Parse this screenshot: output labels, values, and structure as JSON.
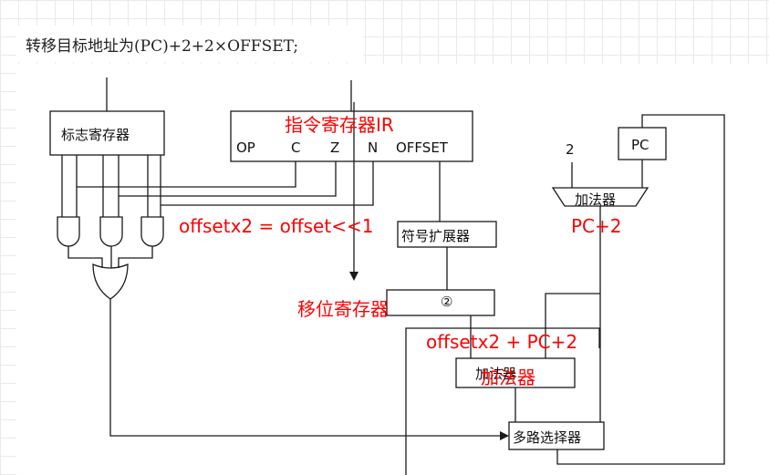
{
  "heading": "转移目标地址为(PC)+2+2×OFFSET;",
  "blocks": {
    "flag_register": "标志寄存器",
    "sign_extender": "符号扩展器",
    "shift_register_num": "②",
    "adder_left": "加法器",
    "adder_top": "加法器",
    "pc": "PC",
    "mux": "多路选择器"
  },
  "ir_fields": [
    "OP",
    "C",
    "Z",
    "N",
    "OFFSET"
  ],
  "const_two": "2",
  "annotations": {
    "ir_label": "指令寄存器IR",
    "offset_formula": "offsetx2 = offset<<1",
    "shift_register": "移位寄存器",
    "pc_plus_2": "PC+2",
    "sum_formula": "offsetx2 + PC+2",
    "adder": "加法器"
  },
  "colors": {
    "annotation": "#ff0000",
    "line": "#1a1a1a"
  }
}
